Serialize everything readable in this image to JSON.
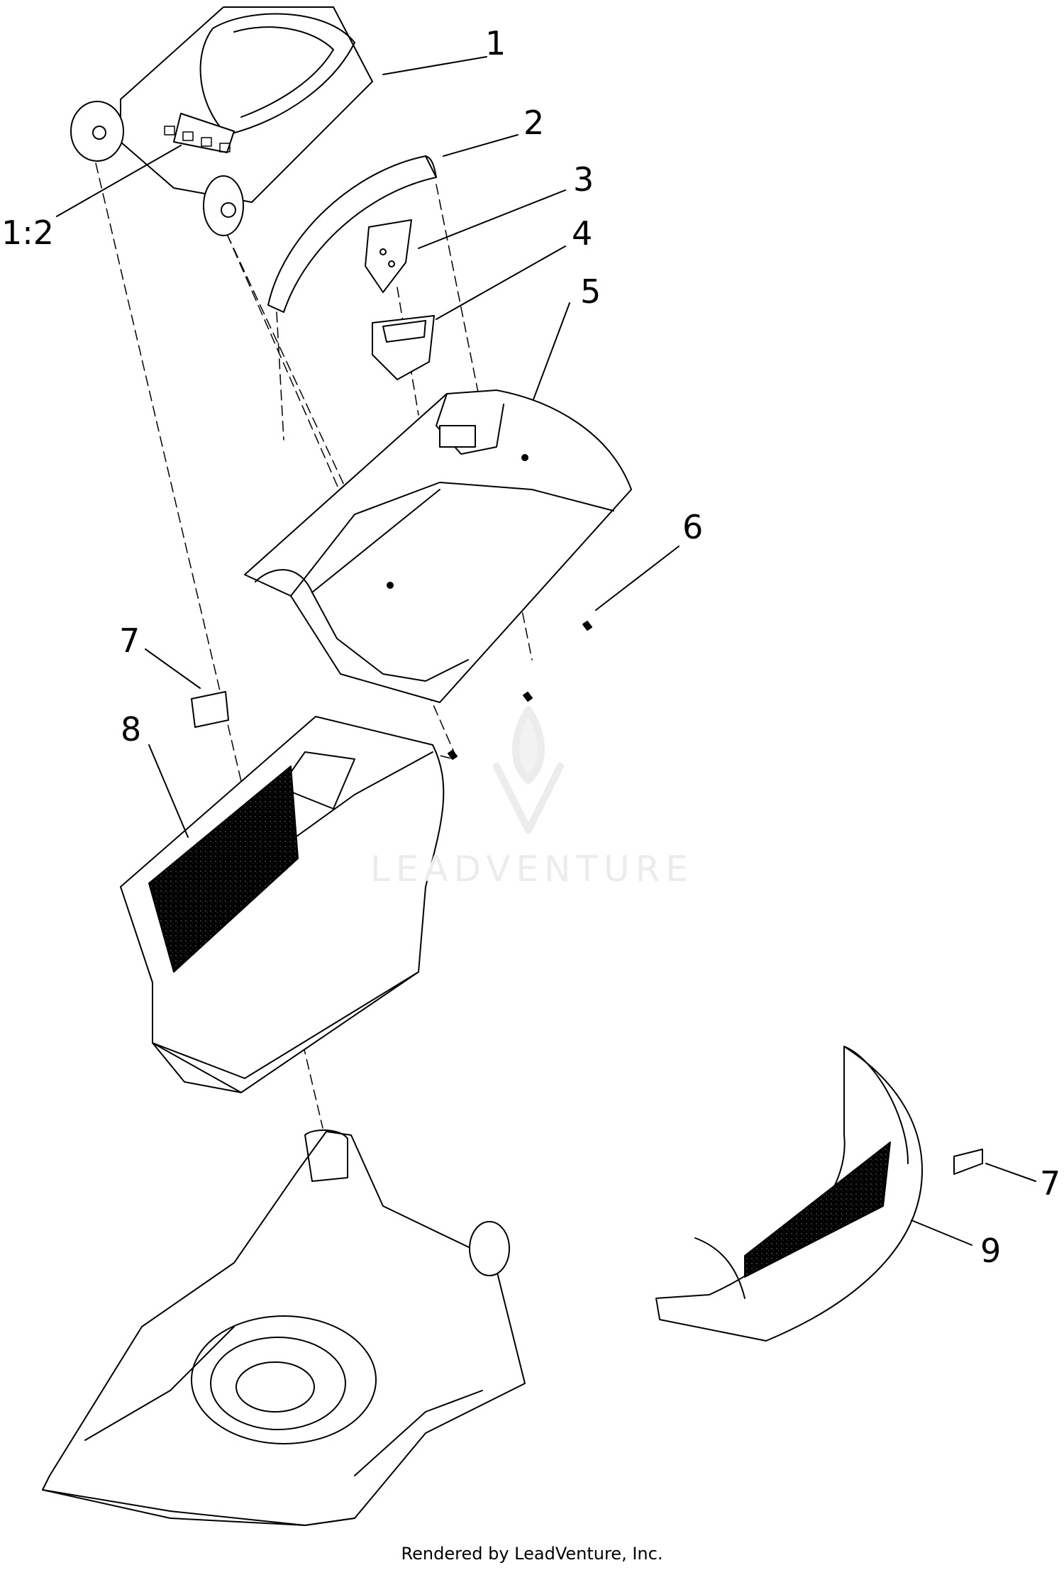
{
  "callouts": [
    {
      "id": "1",
      "label": "1"
    },
    {
      "id": "1-2",
      "label": "1:2"
    },
    {
      "id": "2",
      "label": "2"
    },
    {
      "id": "3",
      "label": "3"
    },
    {
      "id": "4",
      "label": "4"
    },
    {
      "id": "5",
      "label": "5"
    },
    {
      "id": "6",
      "label": "6"
    },
    {
      "id": "7a",
      "label": "7"
    },
    {
      "id": "8",
      "label": "8"
    },
    {
      "id": "7b",
      "label": "7"
    },
    {
      "id": "9",
      "label": "9"
    }
  ],
  "watermark": {
    "text": "LEADVENTURE"
  },
  "footer": {
    "text": "Rendered by LeadVenture, Inc."
  },
  "colors": {
    "line": "#000000",
    "watermark": "#ececec",
    "mesh": "#333333"
  }
}
